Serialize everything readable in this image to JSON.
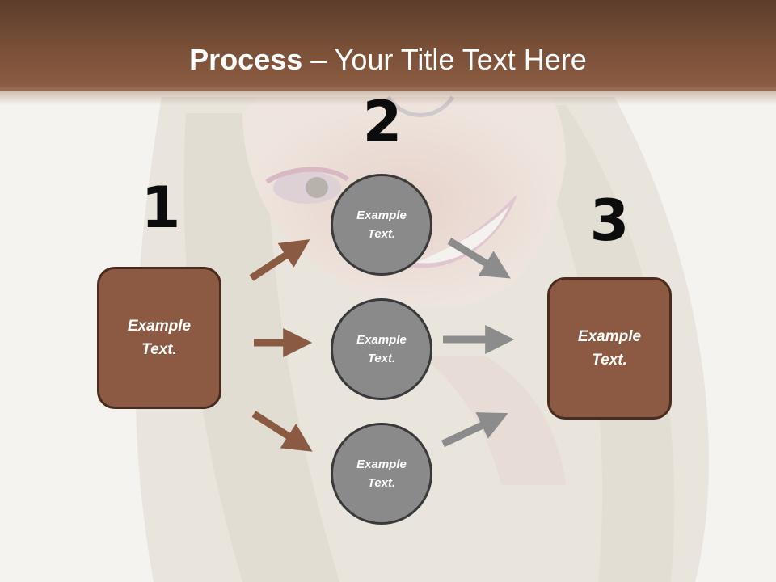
{
  "title": {
    "bold": "Process",
    "rest": " – Your Title Text Here"
  },
  "steps": [
    {
      "number": "1"
    },
    {
      "number": "2"
    },
    {
      "number": "3"
    }
  ],
  "left_box": {
    "label": "Example\nText."
  },
  "right_box": {
    "label": "Example\nText."
  },
  "circles": [
    {
      "label": "Example\nText."
    },
    {
      "label": "Example\nText."
    },
    {
      "label": "Example\nText."
    }
  ],
  "colors": {
    "banner": "#7a5038",
    "box": "#8c5a43",
    "circle": "#8a8a8a",
    "arrow_brown": "#8a5a43",
    "arrow_gray": "#8c8c8c"
  }
}
